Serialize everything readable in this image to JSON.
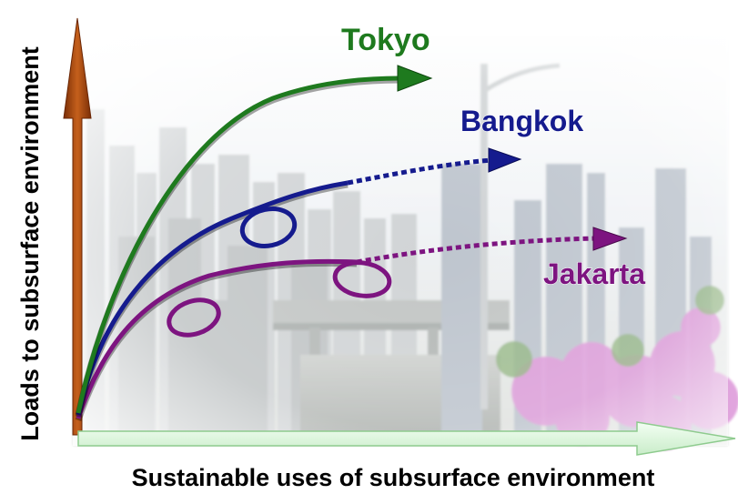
{
  "axes": {
    "y_label": "Loads to subsurface environment",
    "x_label": "Sustainable uses of subsurface environment",
    "y_arrow_color": "#a8480e",
    "x_arrow_color": "#dcfadc"
  },
  "cities": [
    {
      "name": "Tokyo",
      "color": "#1e7a1e",
      "trajectory": "solid rising curve to arrowhead"
    },
    {
      "name": "Bangkok",
      "color": "#151b8e",
      "trajectory": "solid curve with loop, continuing dashed to arrowhead"
    },
    {
      "name": "Jakarta",
      "color": "#7d1480",
      "trajectory": "solid curve with two loops, continuing dashed to arrowhead"
    }
  ],
  "background": "faded photograph of city skyline with highway and flowering trees"
}
